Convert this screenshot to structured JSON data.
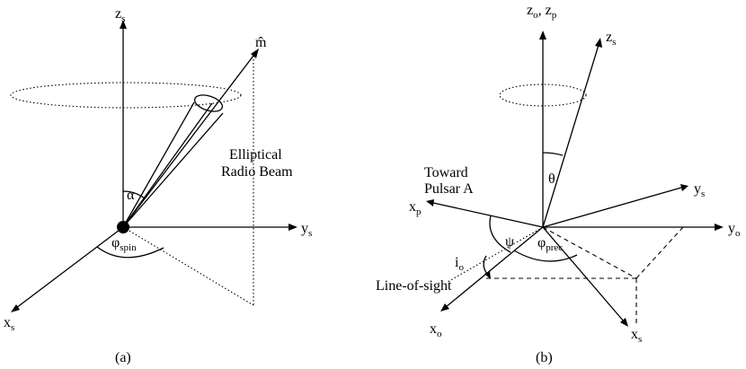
{
  "panel_a": {
    "caption": "(a)",
    "axis_z": {
      "base": "z",
      "sub": "s"
    },
    "axis_y": {
      "base": "y",
      "sub": "s"
    },
    "axis_x": {
      "base": "x",
      "sub": "s"
    },
    "moment": "m̂",
    "alpha": "α",
    "phi": {
      "base": "φ",
      "sub": "spin"
    },
    "beam_label_line1": "Elliptical",
    "beam_label_line2": "Radio Beam"
  },
  "panel_b": {
    "caption": "(b)",
    "axis_zo": {
      "base": "z",
      "sub": "o"
    },
    "axis_zo_sep": ", ",
    "axis_zp": {
      "base": "z",
      "sub": "p"
    },
    "axis_zs": {
      "base": "z",
      "sub": "s"
    },
    "axis_ys": {
      "base": "y",
      "sub": "s"
    },
    "axis_yo": {
      "base": "y",
      "sub": "o"
    },
    "axis_xp": {
      "base": "x",
      "sub": "p"
    },
    "axis_xo": {
      "base": "x",
      "sub": "o"
    },
    "axis_xs": {
      "base": "x",
      "sub": "s"
    },
    "toward_line1": "Toward",
    "toward_line2": "Pulsar A",
    "theta": "θ",
    "psi": "ψ",
    "phi": {
      "base": "φ",
      "sub": "prec"
    },
    "io": {
      "base": "i",
      "sub": "o"
    },
    "los": "Line-of-sight"
  }
}
